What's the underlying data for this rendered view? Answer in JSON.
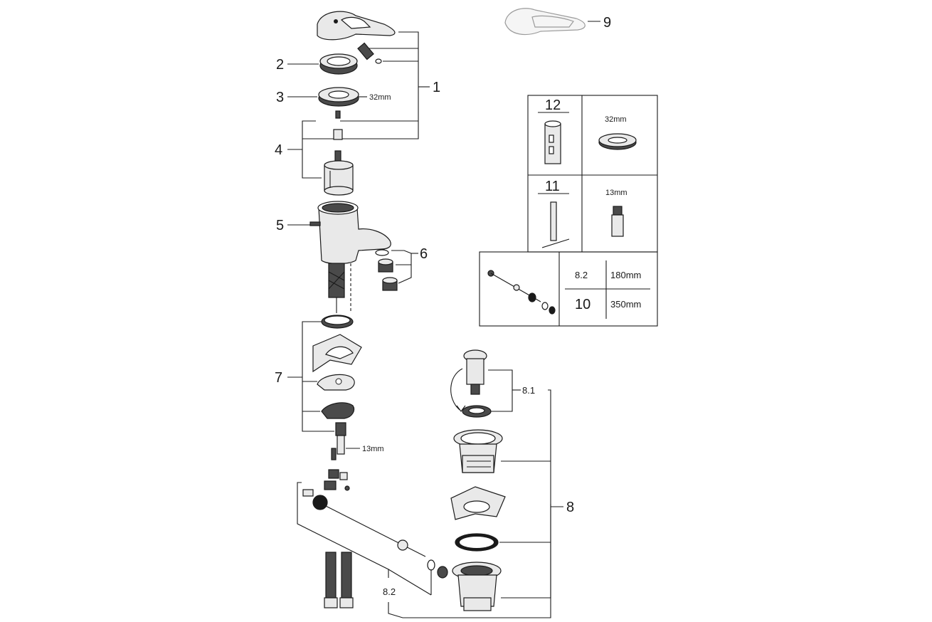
{
  "callouts": {
    "c1": "1",
    "c2": "2",
    "c3": "3",
    "c4": "4",
    "c5": "5",
    "c6": "6",
    "c7": "7",
    "c8": "8",
    "c81": "8.1",
    "c82": "8.2",
    "c9": "9"
  },
  "dimensions": {
    "nut_32mm": "32mm",
    "key_13mm": "13mm"
  },
  "spare_parts_table": {
    "row12": {
      "number": "12",
      "size": "32mm"
    },
    "row11": {
      "number": "11",
      "size": "13mm"
    },
    "rods": [
      {
        "ref": "8.2",
        "length": "180mm"
      },
      {
        "ref": "10",
        "length": "350mm"
      }
    ]
  }
}
